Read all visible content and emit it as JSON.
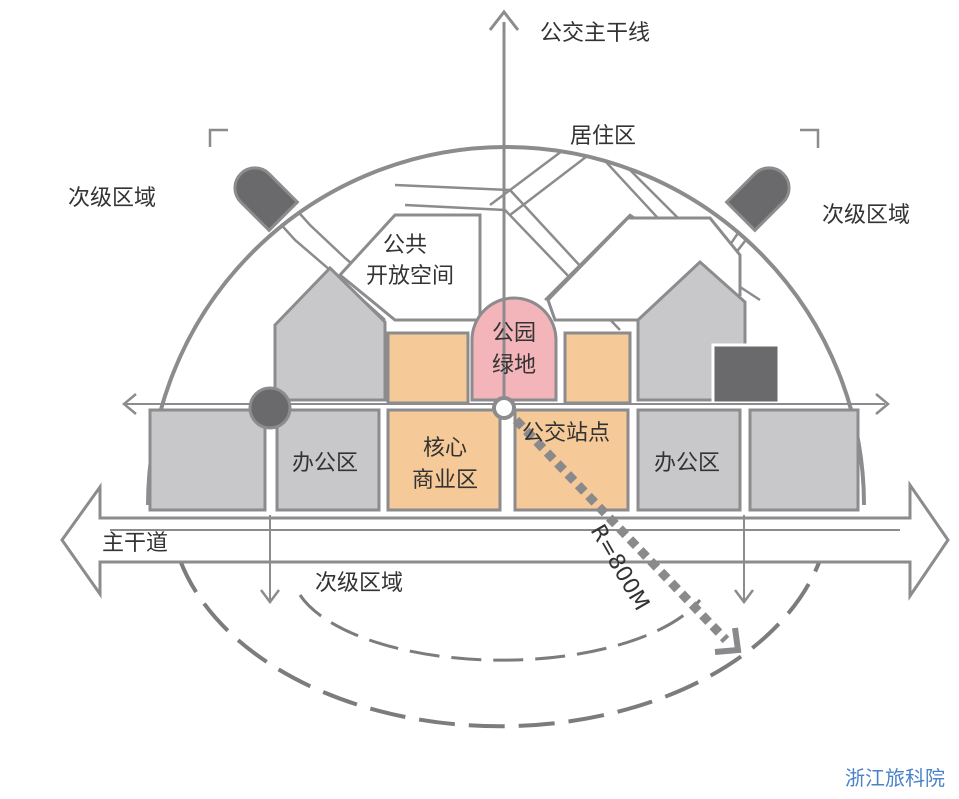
{
  "labels": {
    "bus_trunk_line": "公交主干线",
    "residential": "居住区",
    "secondary_left": "次级区域",
    "secondary_right": "次级区域",
    "secondary_bottom": "次级区域",
    "public_open_1": "公共",
    "public_open_2": "开放空间",
    "park_1": "公园",
    "park_2": "绿地",
    "bus_station": "公交站点",
    "core_1": "核心",
    "core_2": "商业区",
    "office_left": "办公区",
    "office_right": "办公区",
    "main_road": "主干道",
    "radius": "R=800M"
  },
  "watermark": "浙江旅科院",
  "colors": {
    "commercial": "#f6c998",
    "park": "#f3b5b9",
    "office_gray": "#c8c8ca",
    "dark_block": "#6a6a6c",
    "outline": "#8c8c8e"
  }
}
